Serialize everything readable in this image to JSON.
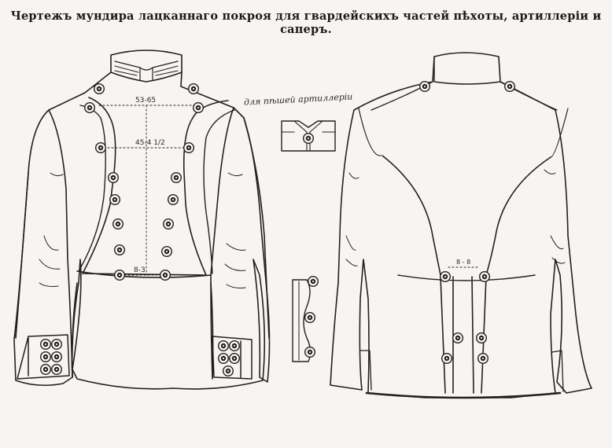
{
  "title": "Чертежъ мундира лацканнаго покроя для гвардейскихъ частей пѣхоты, артиллеріи и саперъ.",
  "inset_caption": "для пѣшей артиллеріи",
  "measurements": {
    "upper_chest": "53-65",
    "mid_chest": "45-4 1/2",
    "waist": "8-3",
    "back_tail": "8 - 8"
  },
  "colors": {
    "paper": "#f6f5f1",
    "ink": "#23211d"
  }
}
